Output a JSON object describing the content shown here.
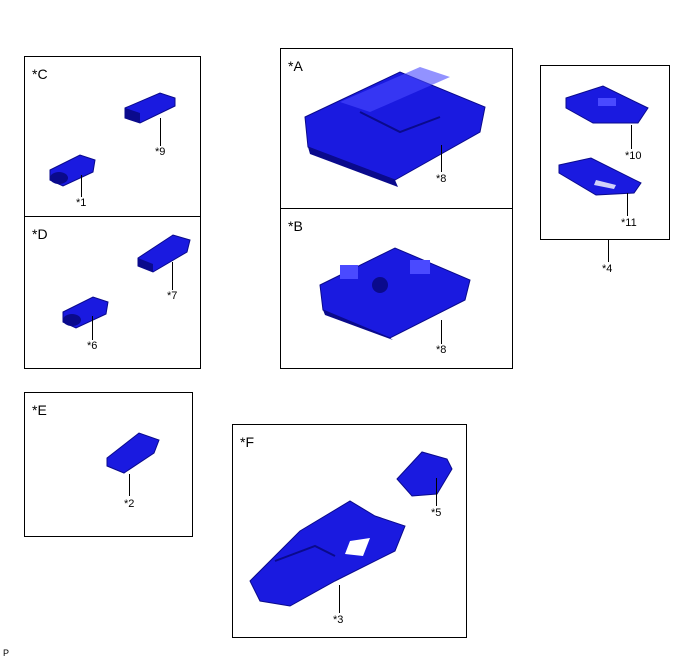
{
  "panels": {
    "C": {
      "label": "*C",
      "parts": [
        "*9",
        "*1"
      ]
    },
    "D": {
      "label": "*D",
      "parts": [
        "*7",
        "*6"
      ]
    },
    "A": {
      "label": "*A",
      "parts": [
        "*8"
      ]
    },
    "B": {
      "label": "*B",
      "parts": [
        "*8"
      ]
    },
    "E": {
      "label": "*E",
      "parts": [
        "*2"
      ]
    },
    "F": {
      "label": "*F",
      "parts": [
        "*5",
        "*3"
      ]
    },
    "right": {
      "parts": [
        "*10",
        "*11"
      ]
    }
  },
  "outside_labels": {
    "assembly": "*4",
    "corner_mark": "P"
  },
  "colors": {
    "part_fill": "#1a1ae0",
    "part_dark": "#0a0a8c",
    "part_light": "#4a4aff",
    "line": "#000000"
  }
}
